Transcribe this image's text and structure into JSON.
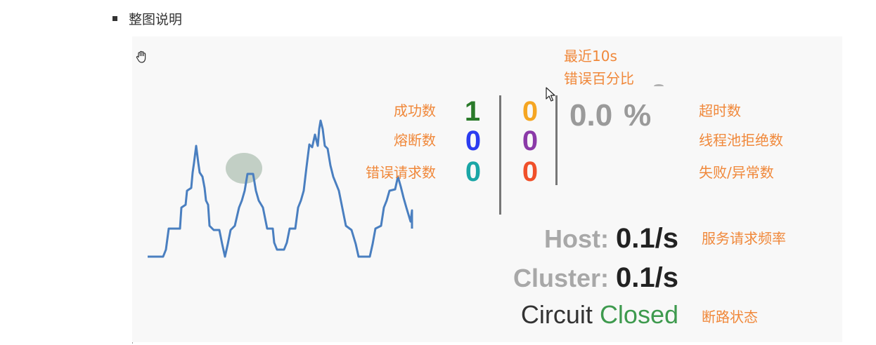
{
  "heading": {
    "bullet_text": "整图说明"
  },
  "labels": {
    "error_pct_title_line1": "最近10s",
    "error_pct_title_line2": "错误百分比",
    "success": "成功数",
    "short_circuited": "熔断数",
    "bad_request": "错误请求数",
    "timeout": "超时数",
    "thread_pool_rejected": "线程池拒绝数",
    "failure": "失败/异常数",
    "request_rate": "服务请求频率",
    "circuit_state": "断路状态"
  },
  "counts": {
    "success": "1",
    "timeout": "0",
    "short_circuited": "0",
    "thread_pool_rejected": "0",
    "bad_request": "0",
    "failure": "0"
  },
  "error_percentage": {
    "value": "0.0",
    "unit": "%"
  },
  "host": {
    "label": "Host:",
    "value": "0.1/s"
  },
  "cluster": {
    "label": "Cluster:",
    "value": "0.1/s"
  },
  "circuit": {
    "label": "Circuit",
    "status": "Closed"
  },
  "colors": {
    "label_orange": "#f0883a",
    "success_green": "#2a7a2a",
    "timeout_orange": "#f5a623",
    "short_circuited_blue": "#2b3cf0",
    "thread_pool_purple": "#8b3aa8",
    "bad_request_teal": "#1aa6a6",
    "failure_red": "#f0502a",
    "closed_green": "#3e9a4e",
    "sparkline_blue": "#4a7fc0",
    "health_circle_gray": "#b8c8bc"
  },
  "icons": [
    "hand-icon",
    "mouse-cursor-icon"
  ]
}
